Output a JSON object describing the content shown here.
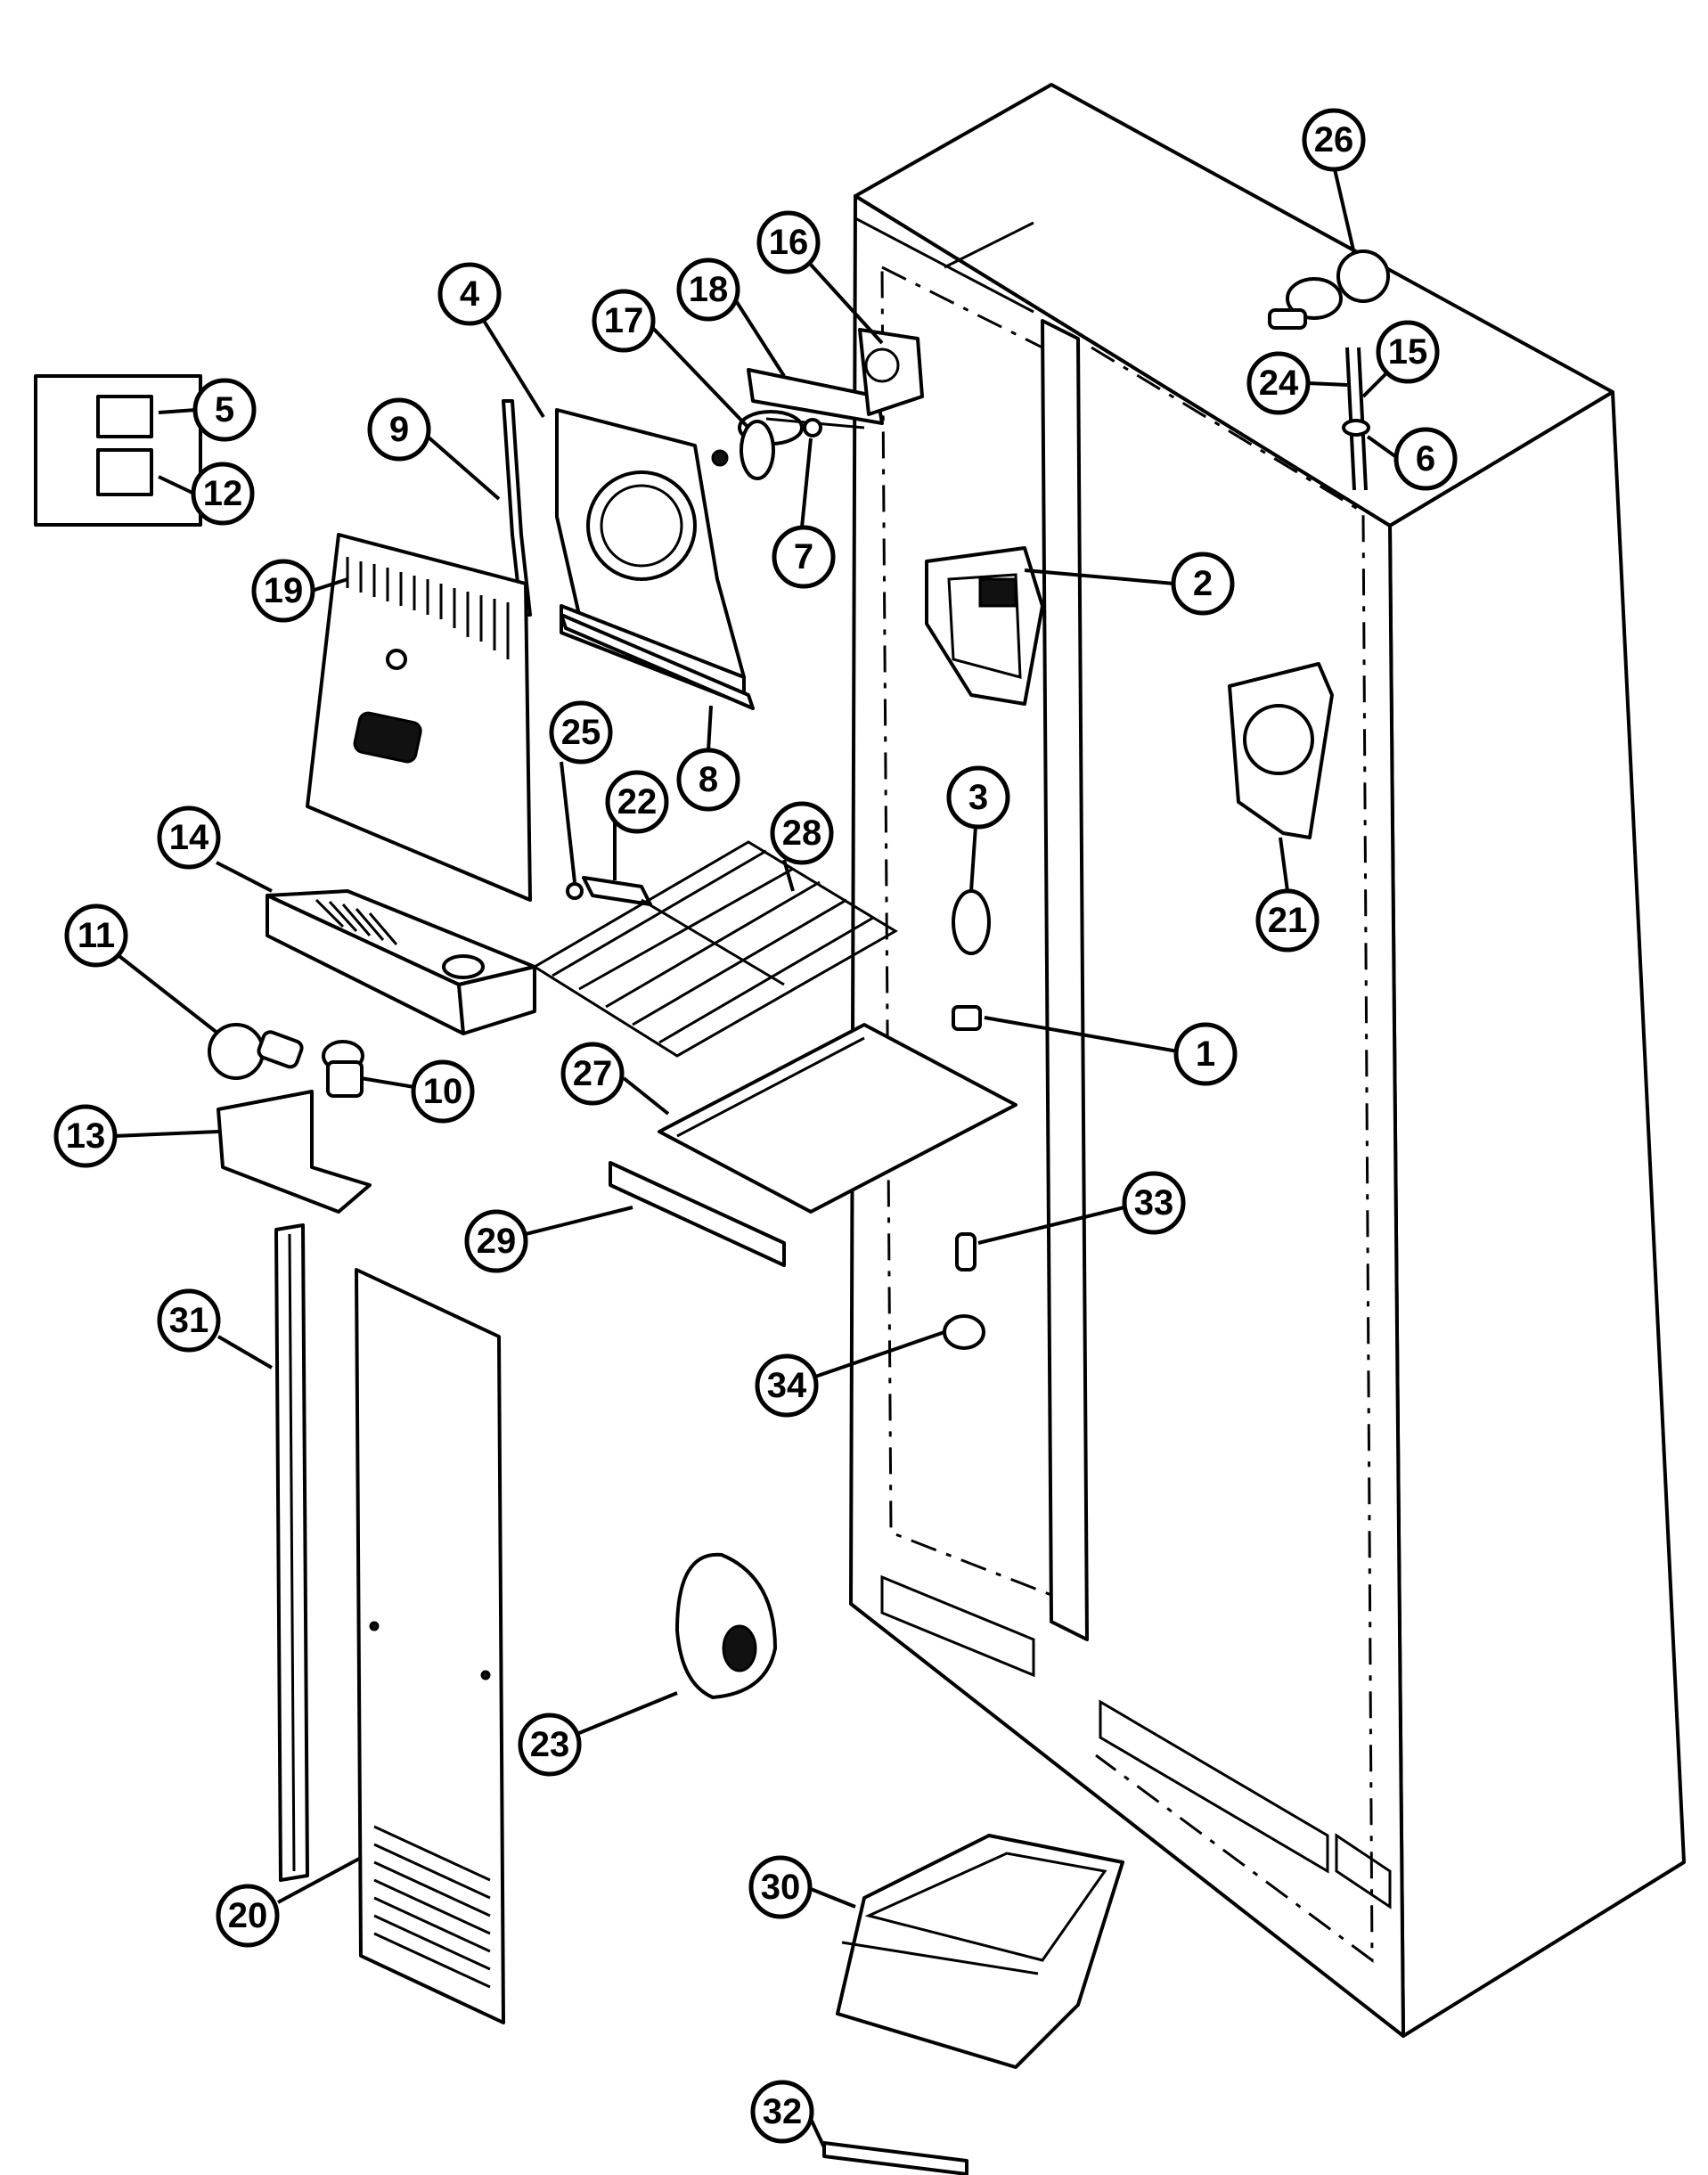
{
  "diagram": {
    "callouts": [
      {
        "label": "1"
      },
      {
        "label": "2"
      },
      {
        "label": "3"
      },
      {
        "label": "4"
      },
      {
        "label": "5"
      },
      {
        "label": "6"
      },
      {
        "label": "7"
      },
      {
        "label": "8"
      },
      {
        "label": "9"
      },
      {
        "label": "10"
      },
      {
        "label": "11"
      },
      {
        "label": "12"
      },
      {
        "label": "13"
      },
      {
        "label": "14"
      },
      {
        "label": "15"
      },
      {
        "label": "16"
      },
      {
        "label": "17"
      },
      {
        "label": "18"
      },
      {
        "label": "19"
      },
      {
        "label": "20"
      },
      {
        "label": "21"
      },
      {
        "label": "22"
      },
      {
        "label": "23"
      },
      {
        "label": "24"
      },
      {
        "label": "25"
      },
      {
        "label": "26"
      },
      {
        "label": "27"
      },
      {
        "label": "28"
      },
      {
        "label": "29"
      },
      {
        "label": "30"
      },
      {
        "label": "31"
      },
      {
        "label": "32"
      },
      {
        "label": "33"
      },
      {
        "label": "34"
      }
    ]
  }
}
